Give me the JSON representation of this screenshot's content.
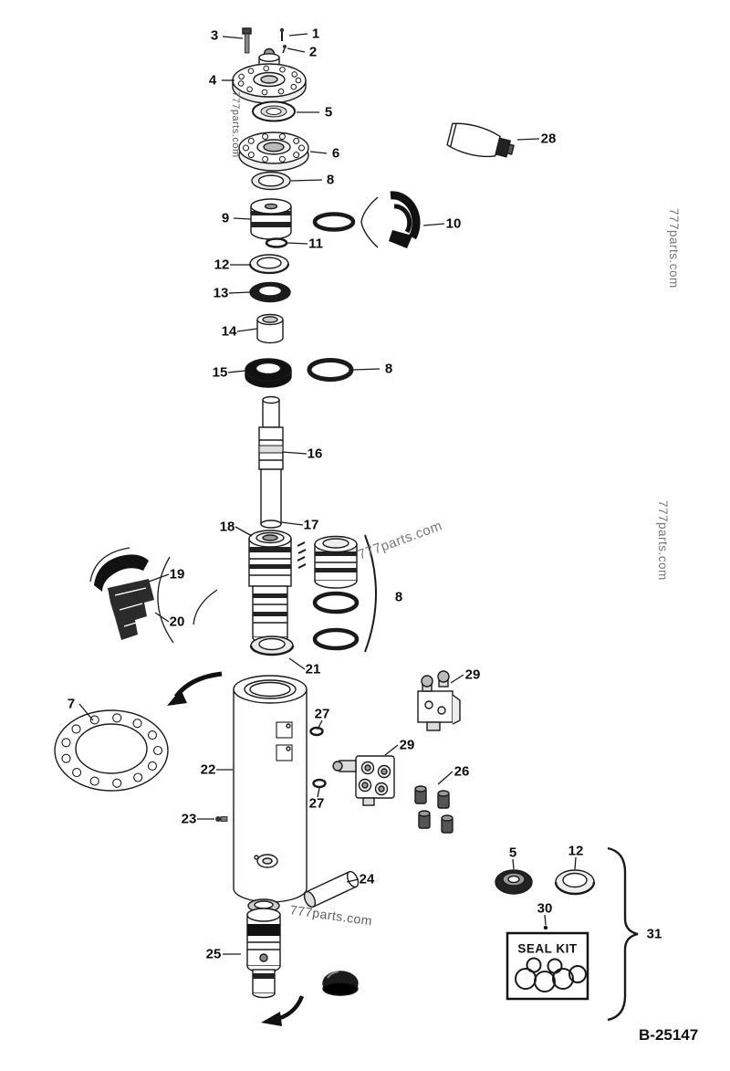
{
  "figure": {
    "drawing_number": "B-25147",
    "seal_kit_label": "SEAL KIT"
  },
  "watermarks": {
    "top": "777parts.com",
    "right_upper": "777parts.com",
    "right_middle": "777parts.com",
    "center": "777parts.com",
    "bottom": "777parts.com"
  },
  "callouts": [
    {
      "part": "3"
    },
    {
      "part": "1"
    },
    {
      "part": "2"
    },
    {
      "part": "4"
    },
    {
      "part": "5"
    },
    {
      "part": "6"
    },
    {
      "part": "8"
    },
    {
      "part": "9"
    },
    {
      "part": "10"
    },
    {
      "part": "11"
    },
    {
      "part": "12"
    },
    {
      "part": "13"
    },
    {
      "part": "14"
    },
    {
      "part": "15"
    },
    {
      "part": "8"
    },
    {
      "part": "16"
    },
    {
      "part": "17"
    },
    {
      "part": "18"
    },
    {
      "part": "19"
    },
    {
      "part": "20"
    },
    {
      "part": "8"
    },
    {
      "part": "21"
    },
    {
      "part": "7"
    },
    {
      "part": "22"
    },
    {
      "part": "27"
    },
    {
      "part": "29"
    },
    {
      "part": "27"
    },
    {
      "part": "29"
    },
    {
      "part": "26"
    },
    {
      "part": "23"
    },
    {
      "part": "24"
    },
    {
      "part": "25"
    },
    {
      "part": "28"
    },
    {
      "part": "5"
    },
    {
      "part": "12"
    },
    {
      "part": "30"
    },
    {
      "part": "31"
    }
  ]
}
